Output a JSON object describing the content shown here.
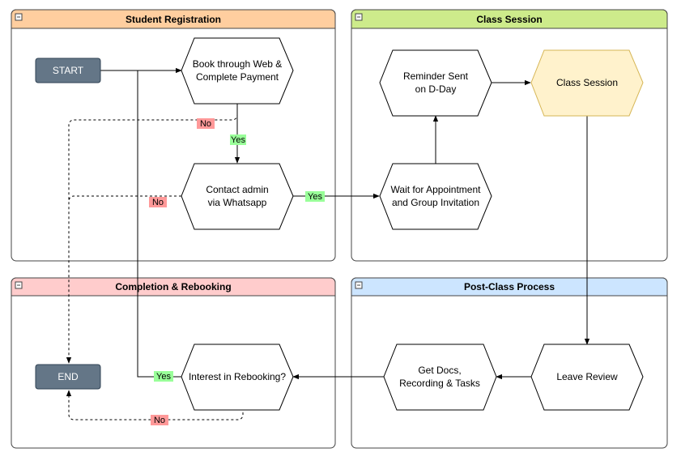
{
  "colors": {
    "lane_registration": "#FFCE9F",
    "lane_session": "#CDEB8B",
    "lane_completion": "#FFCCCC",
    "lane_postclass": "#CCE5FF",
    "terminal": "#647687",
    "highlight": "#FFF2CC",
    "yes": "#99FF99",
    "no": "#FF9999",
    "line": "#000000"
  },
  "lanes": {
    "registration": {
      "title": "Student Registration"
    },
    "session": {
      "title": "Class Session"
    },
    "completion": {
      "title": "Completion & Rebooking"
    },
    "postclass": {
      "title": "Post-Class Process"
    }
  },
  "nodes": {
    "start": {
      "label": "START"
    },
    "end": {
      "label": "END"
    },
    "book": {
      "lines": [
        "Book through Web &",
        "Complete Payment"
      ]
    },
    "contact": {
      "lines": [
        "Contact admin",
        "via Whatsapp"
      ]
    },
    "wait": {
      "lines": [
        "Wait for Appointment",
        "and Group Invitation"
      ]
    },
    "reminder": {
      "lines": [
        "Reminder Sent",
        "on D-Day"
      ]
    },
    "session": {
      "lines": [
        "Class Session"
      ]
    },
    "review": {
      "lines": [
        "Leave Review"
      ]
    },
    "docs": {
      "lines": [
        "Get Docs,",
        "Recording & Tasks"
      ]
    },
    "rebook": {
      "lines": [
        "Interest in Rebooking?"
      ]
    }
  },
  "edge_labels": {
    "book_yes": "Yes",
    "book_no": "No",
    "contact_yes": "Yes",
    "contact_no": "No",
    "rebook_yes": "Yes",
    "rebook_no": "No"
  }
}
